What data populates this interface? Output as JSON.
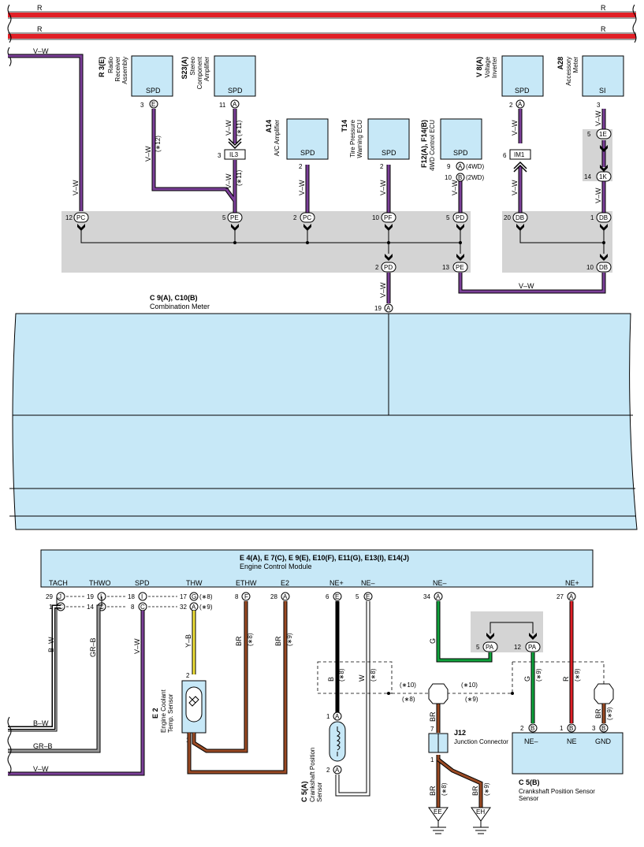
{
  "colors": {
    "violet_white": "#7b3f98",
    "red": "#e11f26",
    "black": "#111111",
    "gray": "#9a9a9a",
    "yellow": "#f2e33a",
    "brown": "#9a4a24",
    "green": "#10a33c",
    "component_fill": "#c7e8f7",
    "gray_block": "#d4d4d4"
  },
  "top": {
    "wire_r_label": "R",
    "wire_vw_label": "V–W",
    "vw_label": "V–W",
    "c9_code": "C 9(A), C10(B)",
    "c9_name": "Combination Meter",
    "r3": {
      "code": "R 3(E)",
      "name": "Radio Receiver Assembly",
      "sig": "SPD",
      "pin": "3",
      "conn": "E",
      "note": "(∗12)"
    },
    "s23": {
      "code": "S23(A)",
      "name": "Stereo Component Amplifier",
      "sig": "SPD",
      "pin": "11",
      "conn": "A",
      "note": "(∗11)",
      "jc": "IL3",
      "jc_pin": "3"
    },
    "a14": {
      "code": "A14",
      "name": "A/C Amplifier",
      "sig": "SPD",
      "pin": "2"
    },
    "t14": {
      "code": "T14",
      "name": "Tire Pressure Warning ECU",
      "sig": "SPD",
      "pin": "2"
    },
    "f12": {
      "code": "F12(A), F14(B)",
      "name": "4WD Control ECU",
      "sig": "SPD",
      "pin_a": "9",
      "conn_a": "A",
      "note_a": "(4WD)",
      "pin_b": "10",
      "conn_b": "B",
      "note_b": "(2WD)"
    },
    "v8": {
      "code": "V 8(A)",
      "name": "Voltage Inverter",
      "sig": "SPD",
      "pin": "2",
      "conn": "A",
      "jc": "IM1",
      "jc_pin": "6"
    },
    "a28": {
      "code": "A28",
      "name": "Accessory Meter",
      "sig": "SI",
      "pin": "3"
    },
    "c1e": {
      "pin": "5",
      "label": "1E"
    },
    "c1k": {
      "pin": "14",
      "label": "1K"
    },
    "blk": {
      "pc12": {
        "pin": "12",
        "label": "PC"
      },
      "pe5": {
        "pin": "5",
        "label": "PE"
      },
      "pc2": {
        "pin": "2",
        "label": "PC"
      },
      "pf10": {
        "pin": "10",
        "label": "PF"
      },
      "pd5": {
        "pin": "5",
        "label": "PD"
      },
      "pd2": {
        "pin": "2",
        "label": "PD"
      },
      "pe13": {
        "pin": "13",
        "label": "PE"
      },
      "db20": {
        "pin": "20",
        "label": "DB"
      },
      "db1": {
        "pin": "1",
        "label": "DB"
      },
      "db10": {
        "pin": "10",
        "label": "DB"
      }
    },
    "meter_pin": "19",
    "meter_conn": "A"
  },
  "ecm": {
    "title_code": "E 4(A), E 7(C), E 9(E), E10(F), E11(G), E13(I), E14(J)",
    "title_name": "Engine Control Module",
    "signals": [
      "TACH",
      "THWO",
      "SPD",
      "THW",
      "ETHW",
      "E2",
      "NE+",
      "NE–",
      "NE–",
      "NE+"
    ],
    "pins": {
      "tach_j": {
        "pin": "29",
        "conn": "J"
      },
      "tach_c": {
        "pin": "1",
        "conn": "C"
      },
      "thwo_i": {
        "pin": "19",
        "conn": "I"
      },
      "thwo_c": {
        "pin": "14",
        "conn": "C"
      },
      "spd_i": {
        "pin": "18",
        "conn": "I"
      },
      "spd_c": {
        "pin": "8",
        "conn": "C"
      },
      "thw_g": {
        "pin": "17",
        "conn": "G",
        "note": "(∗8)"
      },
      "thw_a": {
        "pin": "32",
        "conn": "A",
        "note": "(∗9)"
      },
      "ethw": {
        "pin": "8",
        "conn": "F"
      },
      "e2": {
        "pin": "28",
        "conn": "A"
      },
      "nep_e": {
        "pin": "6",
        "conn": "E"
      },
      "nem_e": {
        "pin": "5",
        "conn": "E"
      },
      "nem_a": {
        "pin": "34",
        "conn": "A"
      },
      "nep_a": {
        "pin": "27",
        "conn": "A"
      }
    }
  },
  "bottom": {
    "wire_labels": {
      "bw": "B–W",
      "grb": "GR–B",
      "vw": "V–W",
      "yb": "Y–B",
      "br": "BR",
      "b": "B",
      "w": "W",
      "g": "G",
      "r": "R"
    },
    "notes": {
      "n8": "(∗8)",
      "n9": "(∗9)",
      "n10": "(∗10)"
    },
    "e2s": {
      "code": "E 2",
      "name": "Engine Coolant Temp. Sensor",
      "pin2": "2",
      "pin1": "1"
    },
    "c5a": {
      "code": "C 5(A)",
      "name": "Crankshaft Position Sensor",
      "pin1": "1",
      "pin2": "2",
      "conn": "A"
    },
    "j12": {
      "code": "J12",
      "name": "Junction Connector",
      "pin7": "7",
      "pin1": "1"
    },
    "pa5": {
      "pin": "5",
      "label": "PA"
    },
    "pa12": {
      "pin": "12",
      "label": "PA"
    },
    "c5b": {
      "code": "C 5(B)",
      "name": "Crankshaft Position Sensor",
      "pins": [
        {
          "pin": "2",
          "conn": "B",
          "sig": "NE–"
        },
        {
          "pin": "1",
          "conn": "B",
          "sig": "NE"
        },
        {
          "pin": "3",
          "conn": "B",
          "sig": "GND"
        }
      ]
    },
    "ground_ee": "EE",
    "ground_eh": "EH"
  }
}
